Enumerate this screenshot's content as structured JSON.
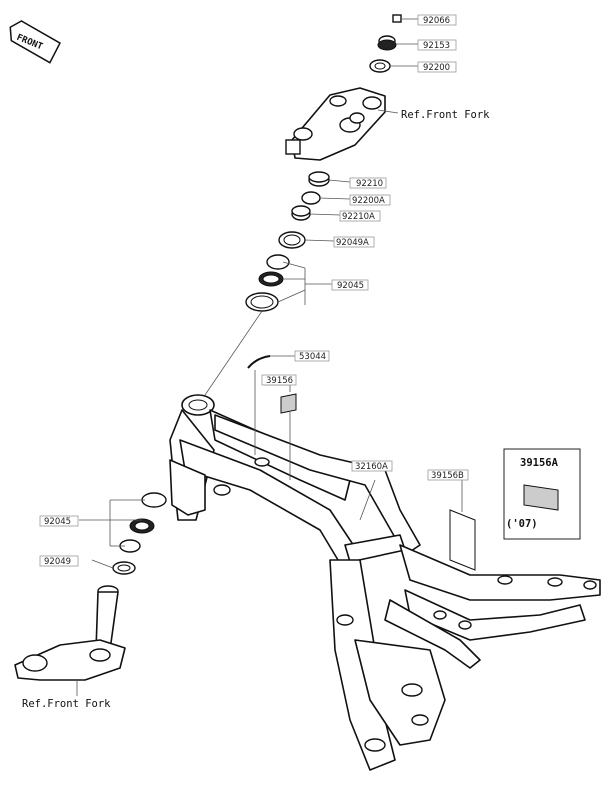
{
  "front_badge": "FRONT",
  "parts": {
    "p92066": "92066",
    "p92153": "92153",
    "p92200": "92200",
    "p92210": "92210",
    "p92200A": "92200A",
    "p92210A": "92210A",
    "p92049A": "92049A",
    "p92045_top": "92045",
    "p53044": "53044",
    "p39156": "39156",
    "p32160A": "32160A",
    "p39156B": "39156B",
    "p92045_low": "92045",
    "p92049": "92049"
  },
  "references": {
    "front_fork_top": "Ref.Front Fork",
    "front_fork_bottom": "Ref.Front Fork"
  },
  "inset": {
    "part": "39156A",
    "year": "('07)"
  }
}
